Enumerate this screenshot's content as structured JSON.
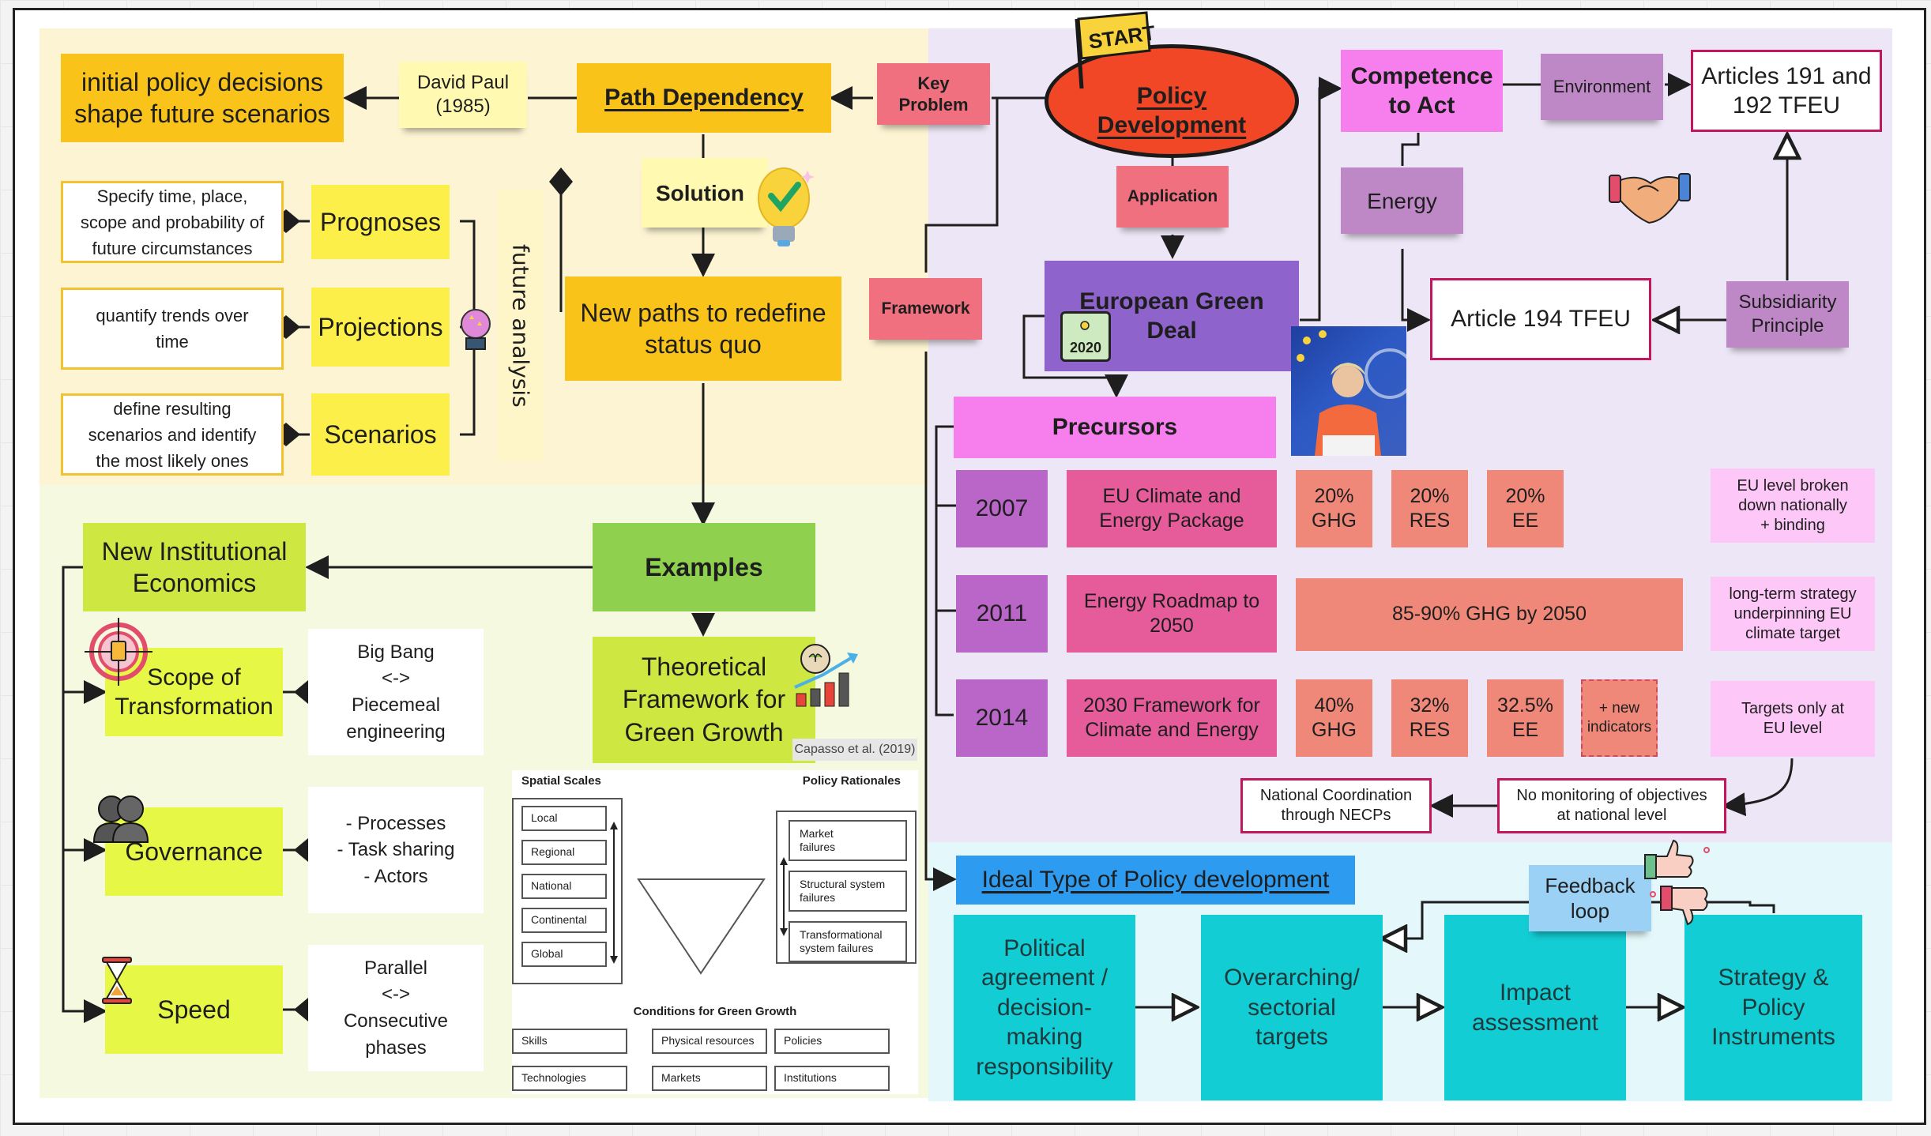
{
  "left_top": {
    "initial_policy": "initial policy decisions\nshape future scenarios",
    "david_paul": "David Paul\n(1985)",
    "path_dependency": "Path Dependency",
    "key_problem": "Key\nProblem",
    "solution": "Solution",
    "new_paths": "New paths to redefine\nstatus quo",
    "future_analysis": "future analysis",
    "prognoses": "Prognoses",
    "projections": "Projections",
    "scenarios": "Scenarios",
    "prognoses_desc": "Specify time, place,\nscope and probability of\nfuture circumstances",
    "projections_desc": "quantify trends over\ntime",
    "scenarios_desc": "define resulting\nscenarios and identify\nthe most likely ones"
  },
  "left_bottom": {
    "examples": "Examples",
    "nie": "New Institutional\nEconomics",
    "scope": "Scope of\nTransformation",
    "scope_desc": "Big Bang\n<->\nPiecemeal\nengineering",
    "governance": "Governance",
    "governance_desc": "- Processes\n- Task sharing\n- Actors",
    "speed": "Speed",
    "speed_desc": "Parallel\n<->\nConsecutive\nphases",
    "theoretical": "Theoretical\nFramework for\nGreen Growth",
    "citation": "Capasso et al. (2019)",
    "figure": {
      "spatial_title": "Spatial Scales",
      "spatial": [
        "Local",
        "Regional",
        "National",
        "Continental",
        "Global"
      ],
      "policy_title": "Policy Rationales",
      "policy": [
        "Market\nfailures",
        "Structural system\nfailures",
        "Transformational\nsystem failures"
      ],
      "conditions_title": "Conditions for Green Growth",
      "conditions": [
        "Skills",
        "Physical resources",
        "Policies",
        "Technologies",
        "Markets",
        "Institutions"
      ]
    }
  },
  "right_top": {
    "start_flag": "START",
    "policy_development": "Policy\nDevelopment",
    "application": "Application",
    "framework": "Framework",
    "egd": "European Green\nDeal",
    "egd_badge": "2020",
    "competence": "Competence\nto Act",
    "environment": "Environment",
    "articles_191": "Articles 191 and\n192 TFEU",
    "energy": "Energy",
    "article_194": "Article 194 TFEU",
    "subsidiarity": "Subsidiarity\nPrinciple",
    "precursors": "Precursors",
    "rows": [
      {
        "year": "2007",
        "name": "EU Climate and\nEnergy Package",
        "targets": [
          "20%\nGHG",
          "20%\nRES",
          "20%\nEE"
        ],
        "note": "EU level broken\ndown nationally\n+ binding"
      },
      {
        "year": "2011",
        "name": "Energy Roadmap to\n2050",
        "targets": [
          "85-90% GHG by 2050"
        ],
        "note": "long-term strategy\nunderpinning EU\nclimate target"
      },
      {
        "year": "2014",
        "name": "2030 Framework for\nClimate and Energy",
        "targets": [
          "40%\nGHG",
          "32%\nRES",
          "32.5%\nEE"
        ],
        "extra": "+ new\nindicators",
        "note": "Targets only at\nEU level"
      }
    ],
    "national_coord": "National Coordination\nthrough NECPs",
    "no_monitoring": "No monitoring of objectives\nat national level"
  },
  "right_bottom": {
    "ideal_type": "Ideal Type of Policy development",
    "feedback": "Feedback\nloop",
    "steps": [
      "Political\nagreement /\ndecision-\nmaking\nresponsibility",
      "Overarching/\nsectorial\ntargets",
      "Impact\nassessment",
      "Strategy &\nPolicy\nInstruments"
    ]
  },
  "colors": {
    "zone_yellow": "#fdf4d3",
    "zone_green": "#f5f9e0",
    "zone_purple": "#ede6f6",
    "zone_cyan": "#e4f7fa",
    "orange_yellow": "#fac710",
    "yellow": "#fdef4a",
    "pale_yellow": "#fff9b1",
    "pink_red": "#f0707f",
    "red_orange": "#f24726",
    "purple": "#8f63cc",
    "magenta": "#f77fed",
    "lilac": "#be88c7",
    "rose": "#e65b9a",
    "salmon": "#f0887a",
    "light_pink": "#fdc7f8",
    "green": "#8fd14f",
    "lime": "#cee741",
    "bright_lime": "#e6f845",
    "teal": "#13cdd4",
    "blue": "#2d9bf0",
    "light_blue": "#9bd1f5"
  }
}
